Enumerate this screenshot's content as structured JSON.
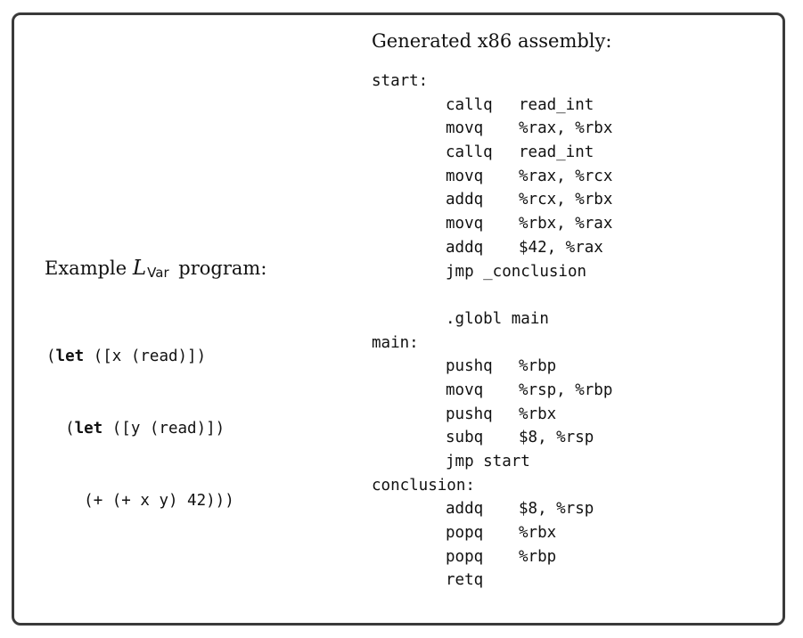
{
  "left": {
    "heading_prefix": "Example ",
    "heading_symbol": "L",
    "heading_subscript": "Var",
    "heading_suffix": " program:",
    "program_lines": [
      {
        "kw": "let",
        "rest": " ([x (read)])",
        "indent": "("
      },
      {
        "kw": "let",
        "rest": " ([y (read)])",
        "indent": "  ("
      },
      {
        "kw": "",
        "rest": "(+ (+ x y) 42)))",
        "indent": "    "
      }
    ]
  },
  "right": {
    "heading": "Generated x86 assembly:",
    "lines": [
      {
        "label": "start:",
        "op": "",
        "args": ""
      },
      {
        "label": "",
        "op": "callq",
        "args": "read_int"
      },
      {
        "label": "",
        "op": "movq",
        "args": "%rax, %rbx"
      },
      {
        "label": "",
        "op": "callq",
        "args": "read_int"
      },
      {
        "label": "",
        "op": "movq",
        "args": "%rax, %rcx"
      },
      {
        "label": "",
        "op": "addq",
        "args": "%rcx, %rbx"
      },
      {
        "label": "",
        "op": "movq",
        "args": "%rbx, %rax"
      },
      {
        "label": "",
        "op": "addq",
        "args": "$42, %rax"
      },
      {
        "label": "",
        "op": "jmp _conclusion",
        "args": ""
      },
      {
        "label": "",
        "op": "",
        "args": ""
      },
      {
        "label": "",
        "op": ".globl main",
        "args": ""
      },
      {
        "label": "main:",
        "op": "",
        "args": ""
      },
      {
        "label": "",
        "op": "pushq",
        "args": "%rbp"
      },
      {
        "label": "",
        "op": "movq",
        "args": "%rsp, %rbp"
      },
      {
        "label": "",
        "op": "pushq",
        "args": "%rbx"
      },
      {
        "label": "",
        "op": "subq",
        "args": "$8, %rsp"
      },
      {
        "label": "",
        "op": "jmp start",
        "args": ""
      },
      {
        "label": "conclusion:",
        "op": "",
        "args": ""
      },
      {
        "label": "",
        "op": "addq",
        "args": "$8, %rsp"
      },
      {
        "label": "",
        "op": "popq",
        "args": "%rbx"
      },
      {
        "label": "",
        "op": "popq",
        "args": "%rbp"
      },
      {
        "label": "",
        "op": "retq",
        "args": ""
      }
    ]
  }
}
